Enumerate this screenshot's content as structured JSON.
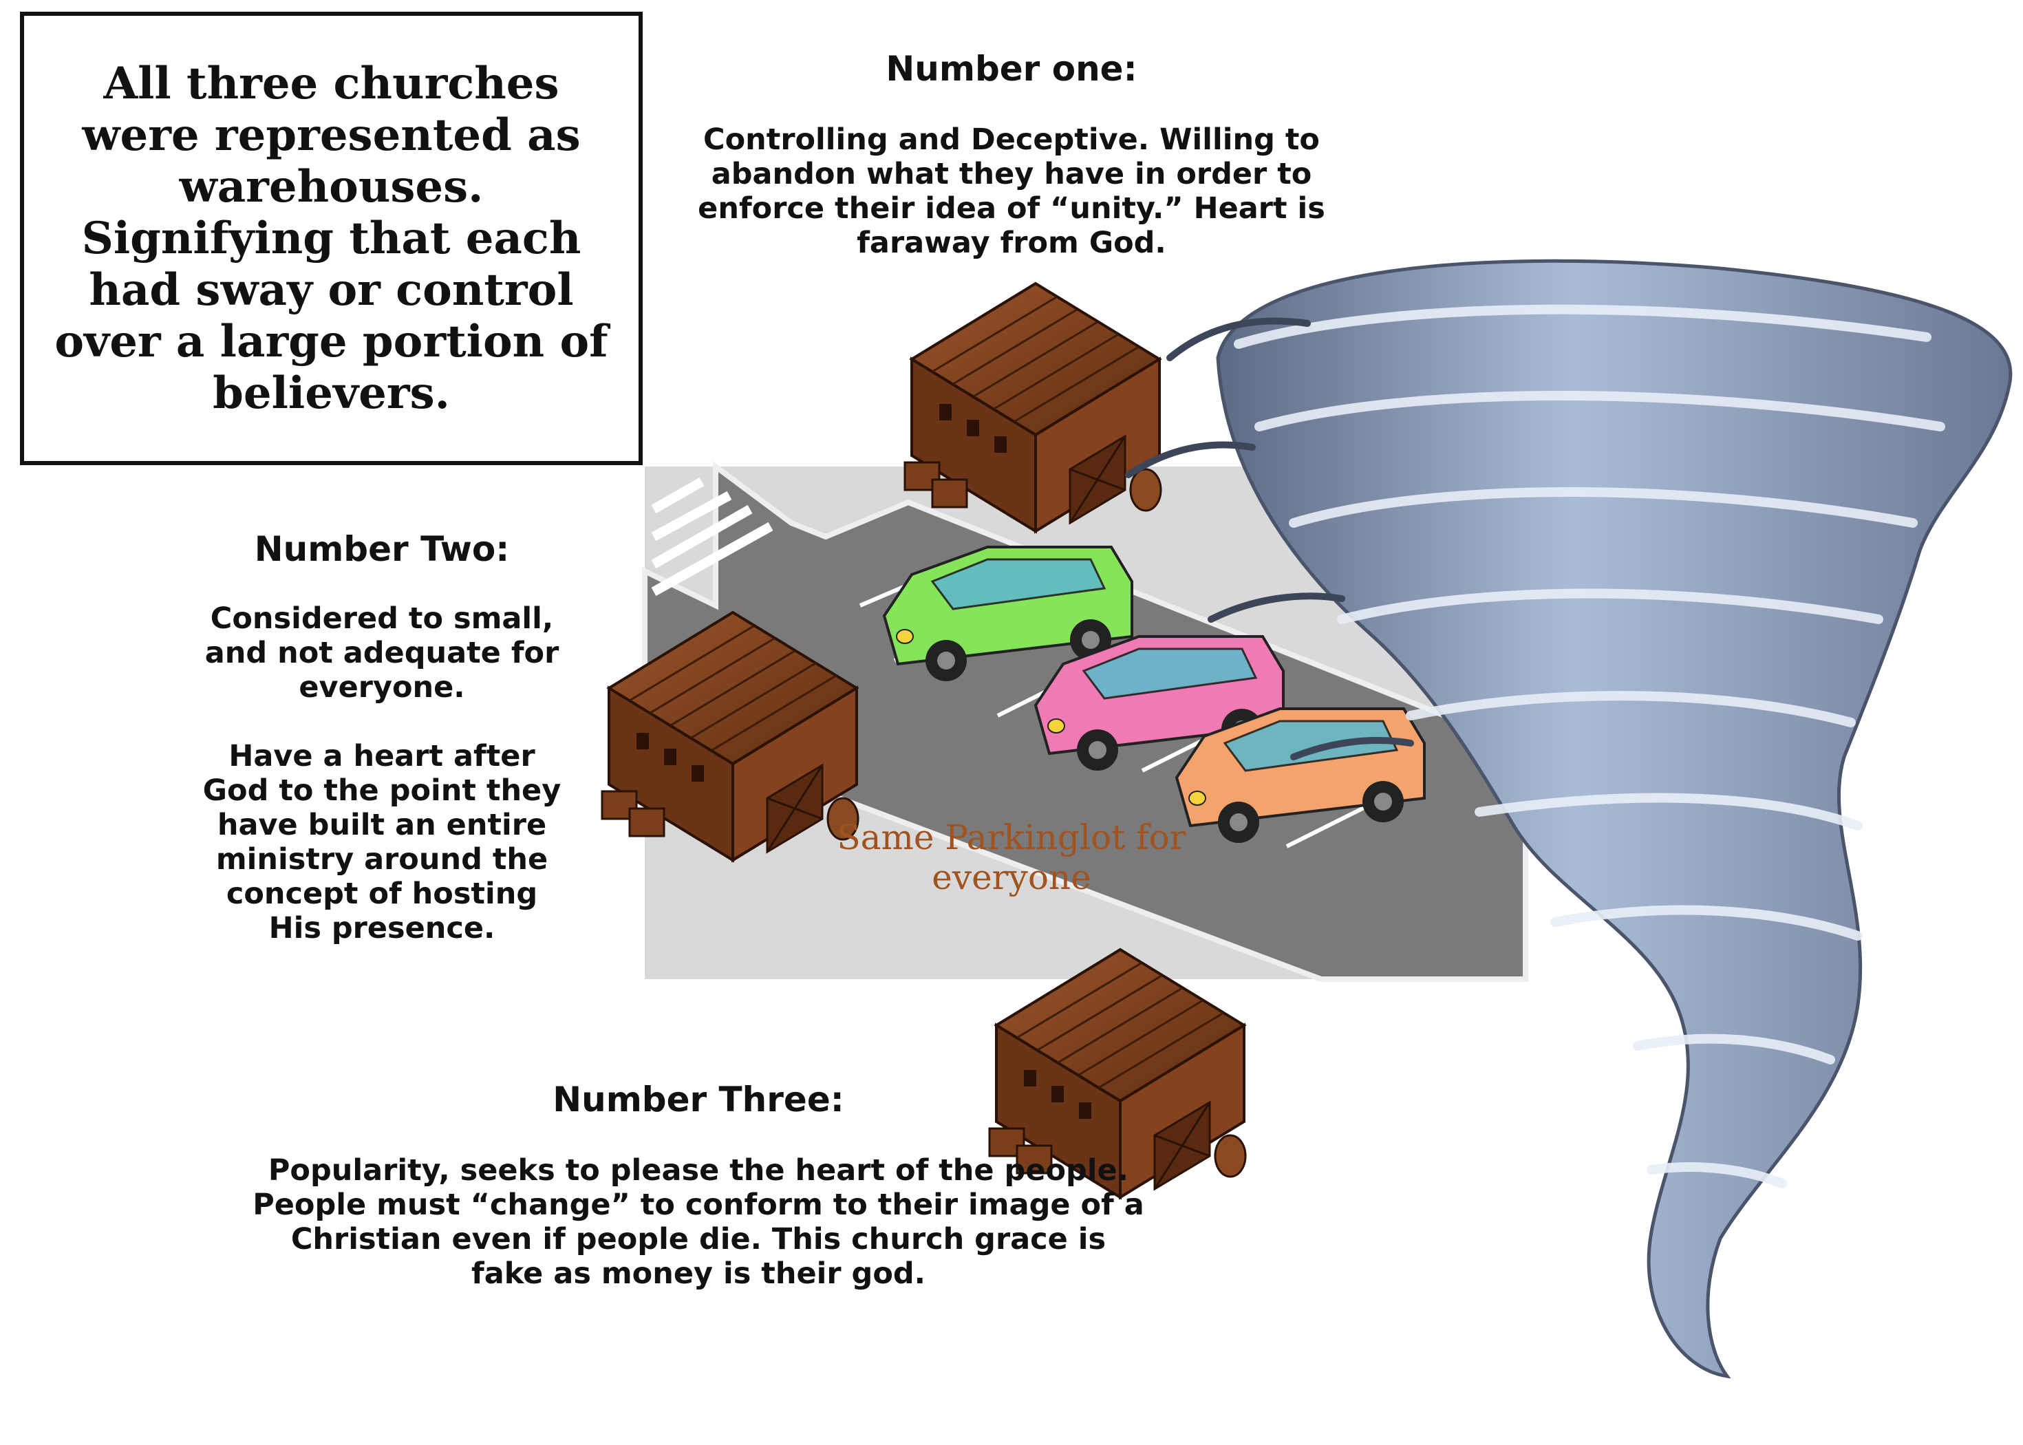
{
  "intro": {
    "text": "All three churches were represented as warehouses. Signifying that each had sway or control over a large portion of believers."
  },
  "churches": [
    {
      "heading": "Number one:",
      "description": "Controlling and Deceptive. Willing to\nabandon what they have in order to\nenforce their idea of “unity.” Heart is\nfaraway from God."
    },
    {
      "heading": "Number Two:",
      "description": "Considered to small,\nand not adequate for\neveryone.\n\nHave a heart after\nGod to the point they\nhave built an entire\nministry around the\nconcept of hosting\nHis presence."
    },
    {
      "heading": "Number Three:",
      "description": "Popularity, seeks to please the heart of the people.\nPeople must “change” to conform to their image of a\nChristian even if people die. This church grace is\nfake as money is their god."
    }
  ],
  "parking_lot": {
    "label": "Same Parkinglot for\neveryone"
  },
  "cars": [
    {
      "color": "#86e45a"
    },
    {
      "color": "#f07ab4"
    },
    {
      "color": "#f4a36c"
    }
  ],
  "colors": {
    "lot": "#d9d9d9",
    "road": "#7a7a7a",
    "warehouse": "#7b3f1c",
    "tornado": "#8a97ae",
    "label": "#a0521f"
  }
}
